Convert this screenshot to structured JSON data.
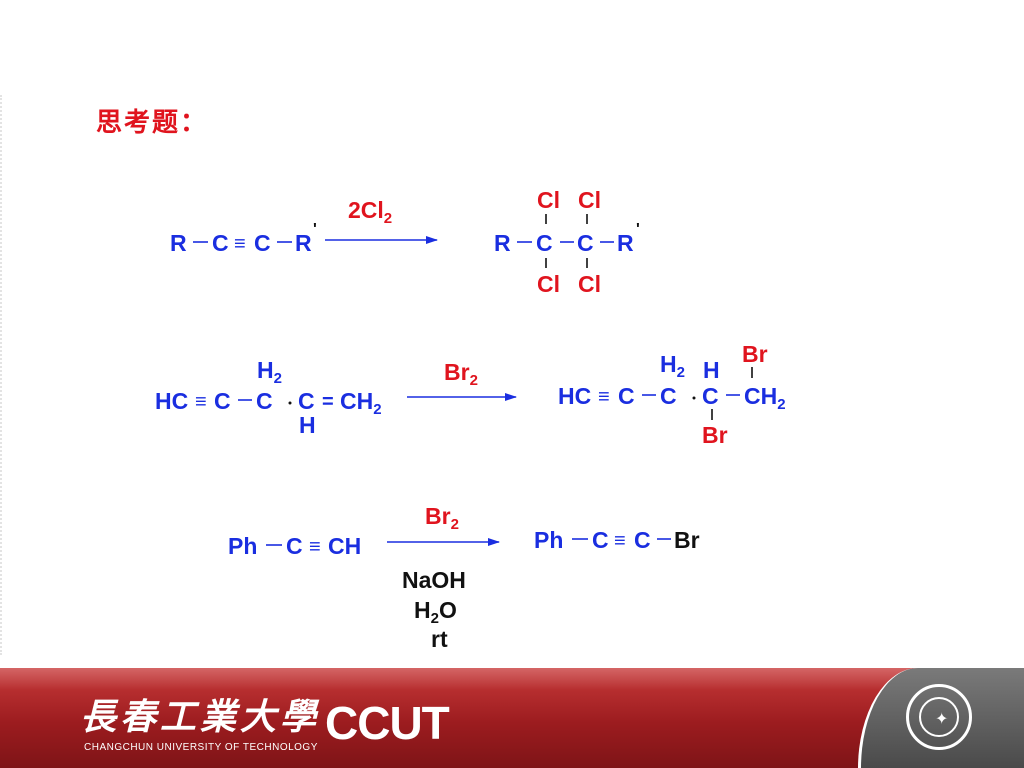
{
  "slide": {
    "title": "思考题："
  },
  "reaction1": {
    "reactant": {
      "R": "R",
      "C1": "C",
      "triple": "≡",
      "C2": "C",
      "R2": "R",
      "prime": "'"
    },
    "reagent": {
      "main": "2Cl",
      "sub": "2"
    },
    "product": {
      "R": "R",
      "C1": "C",
      "C2": "C",
      "R2": "R",
      "prime": "'",
      "Cl": "Cl"
    }
  },
  "reaction2": {
    "reactant": {
      "HC": "HC",
      "triple": "≡",
      "C": "C",
      "H2": "H",
      "sub2": "2",
      "CH2": "CH",
      "H": "H",
      "eq": "="
    },
    "reagent": {
      "main": "Br",
      "sub": "2"
    },
    "product": {
      "HC": "HC",
      "C": "C",
      "H": "H",
      "CH2": "CH",
      "sub2": "2",
      "Br": "Br"
    }
  },
  "reaction3": {
    "reactant": {
      "Ph": "Ph",
      "C": "C",
      "triple": "≡",
      "CH": "CH"
    },
    "reagent": {
      "main": "Br",
      "sub": "2"
    },
    "conditions": {
      "base": "NaOH",
      "water_H": "H",
      "water_sub": "2",
      "water_O": "O",
      "temp": "rt"
    },
    "product": {
      "Ph": "Ph",
      "C": "C",
      "triple": "≡",
      "Br": "Br"
    }
  },
  "footer": {
    "school_cn": "長春工業大學",
    "school_en": "CHANGCHUN UNIVERSITY OF TECHNOLOGY",
    "abbr": "CCUT",
    "seal_mark": "✦"
  },
  "colors": {
    "title": "#e0141e",
    "chem_blue": "#1a2ee0",
    "chem_red": "#e0141e",
    "footer_red": "#9c1c1f"
  }
}
